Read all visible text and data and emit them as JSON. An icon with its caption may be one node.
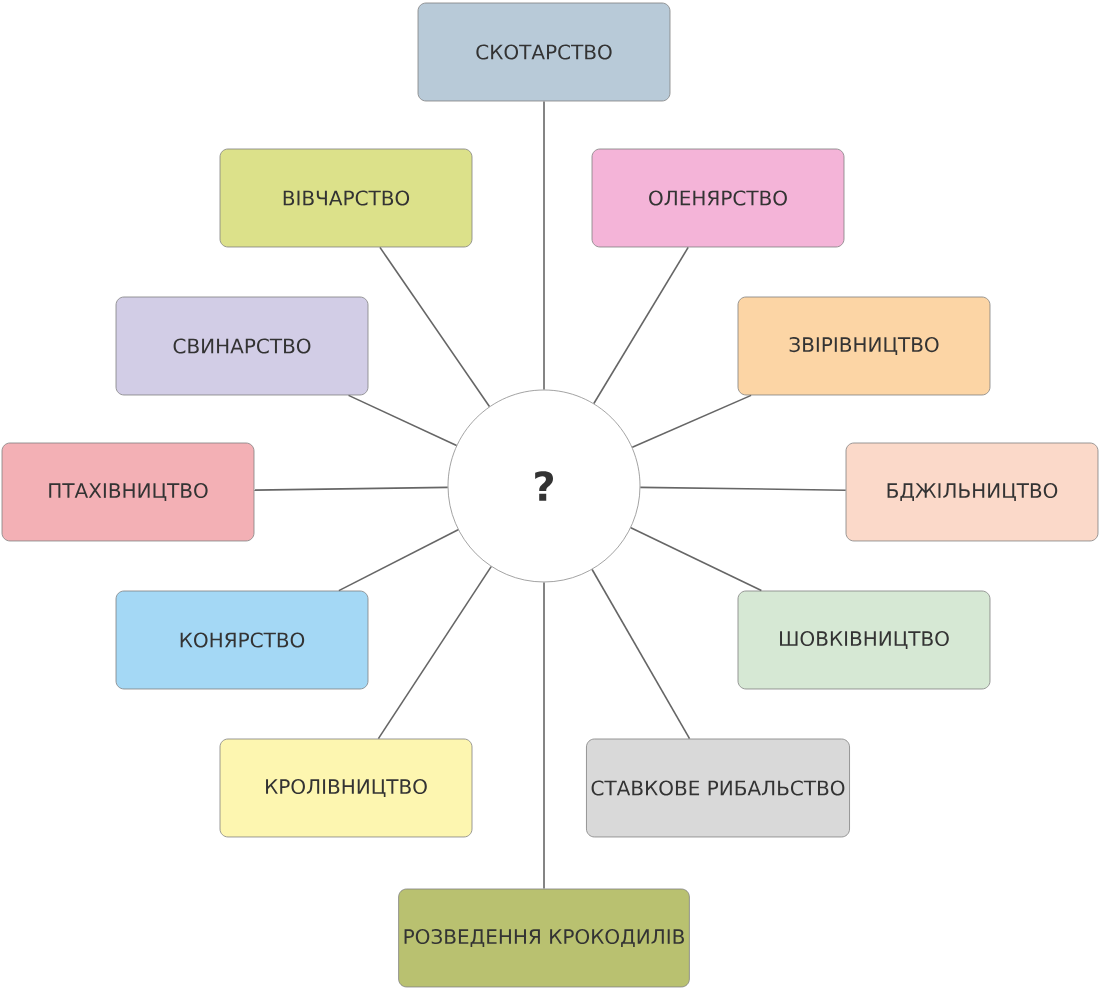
{
  "diagram": {
    "nodes": [
      {
        "text": [
          "?"
        ]
      },
      {
        "text": [
          "СКОТАРСТВО"
        ]
      },
      {
        "text": [
          "ВІВЧАРСТВО"
        ]
      },
      {
        "text": [
          "ОЛЕНЯРСТВО"
        ]
      },
      {
        "text": [
          "СВИНАРСТВО"
        ]
      },
      {
        "text": [
          "ЗВІРІВНИЦТВО"
        ]
      },
      {
        "text": [
          "ПТАХІВНИЦТВО"
        ]
      },
      {
        "text": [
          "БДЖІЛЬНИЦТВО"
        ]
      },
      {
        "text": [
          "КОНЯРСТВО"
        ]
      },
      {
        "text": [
          "ШОВКІВНИЦТВО"
        ]
      },
      {
        "text": [
          "КРОЛІВНИЦТВО"
        ]
      },
      {
        "text": [
          "СТАВКОВЕ РИБАЛЬСТВО"
        ]
      },
      {
        "text": [
          "РОЗВЕДЕННЯ КРОКОДИЛІВ"
        ]
      }
    ],
    "edges": [
      {
        "from": 0,
        "to": 1,
        "arrow": "none"
      },
      {
        "from": 0,
        "to": 2,
        "arrow": "none"
      },
      {
        "from": 0,
        "to": 3,
        "arrow": "none"
      },
      {
        "from": 0,
        "to": 4,
        "arrow": "none"
      },
      {
        "from": 0,
        "to": 5,
        "arrow": "none"
      },
      {
        "from": 0,
        "to": 6,
        "arrow": "none"
      },
      {
        "from": 0,
        "to": 7,
        "arrow": "none"
      },
      {
        "from": 0,
        "to": 8,
        "arrow": "none"
      },
      {
        "from": 0,
        "to": 9,
        "arrow": "none"
      },
      {
        "from": 0,
        "to": 10,
        "arrow": "none"
      },
      {
        "from": 0,
        "to": 11,
        "arrow": "none"
      },
      {
        "from": 0,
        "to": 12,
        "arrow": "none"
      }
    ]
  }
}
